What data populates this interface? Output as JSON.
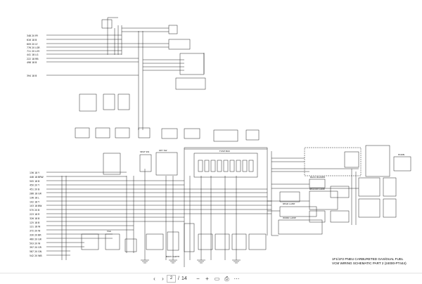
{
  "document": {
    "title_lines": [
      "1F1/1F2 PNEU CARBURETED GAS/DUAL FUEL",
      "VCM WIRING SCHEMATIC PART 2 (24000-PT444)"
    ]
  },
  "wire_labels_top": [
    "348 20 RY",
    "616 18 B",
    "609 20 LY",
    "776 20 LGR",
    "711 20 LGY",
    "441 18 LG",
    "222 18 RB",
    "498 18 B",
    "394 18 B"
  ],
  "wire_labels_left": [
    "136 18 Y",
    "446 18 BRW",
    "505 18 B",
    "450 20 Y",
    "451 20 B",
    "286 18 GR",
    "136 18 L",
    "102 18 Y",
    "103 18 BW",
    "570 20 B",
    "223 18 R",
    "326 18 B",
    "125 18 B",
    "121 18 W",
    "372 20 W",
    "330 20 BR",
    "460 20 GR",
    "503 20 W",
    "397 20 GR",
    "587 20 GN",
    "542 20 WB"
  ],
  "block_labels": {
    "fuse_box": "FUSE BOX",
    "key_switch": "KEY SW",
    "seat_switch": "SEAT SW",
    "horn": "HORN",
    "beacon": "BEACON LAMP",
    "back_buzzer": "BACK BUZZER",
    "rear_lamp": "REAR LAMP",
    "work_lamp": "WORK LAMP",
    "body_earth": "BODY EARTH",
    "tail": "TAIL"
  },
  "toolbar": {
    "current_page": "2",
    "page_separator": "/",
    "total_pages": "14",
    "prev_icon": "‹",
    "next_icon": "›",
    "zoom_out_icon": "−",
    "zoom_in_icon": "+",
    "fit_icon": "▭",
    "print_icon": "⎙",
    "more_icon": "⋯"
  }
}
